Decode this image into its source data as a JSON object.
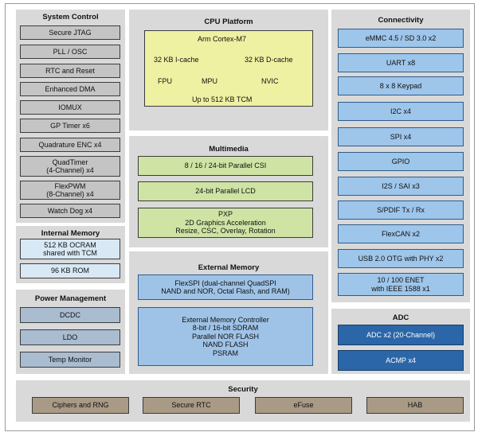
{
  "system_control": {
    "title": "System Control",
    "items": [
      "Secure JTAG",
      "PLL / OSC",
      "RTC and Reset",
      "Enhanced DMA",
      "IOMUX",
      "GP Timer x6",
      "Quadrature ENC x4",
      "QuadTimer\n(4-Channel) x4",
      "FlexPWM\n(8-Channel) x4",
      "Watch Dog x4"
    ]
  },
  "internal_memory": {
    "title": "Internal Memory",
    "items": [
      "512 KB OCRAM\nshared with TCM",
      "96 KB ROM"
    ]
  },
  "power_management": {
    "title": "Power Management",
    "items": [
      "DCDC",
      "LDO",
      "Temp Monitor"
    ]
  },
  "cpu_platform": {
    "title": "CPU Platform",
    "core": "Arm Cortex-M7",
    "icache": "32 KB I-cache",
    "dcache": "32 KB D-cache",
    "fpu": "FPU",
    "mpu": "MPU",
    "nvic": "NVIC",
    "tcm": "Up to 512 KB TCM"
  },
  "multimedia": {
    "title": "Multimedia",
    "items": [
      "8 / 16 / 24-bit Parallel CSI",
      "24-bit Parallel LCD",
      "PXP\n2D Graphics Acceleration\nResize, CSC, Overlay, Rotation"
    ]
  },
  "external_memory": {
    "title": "External Memory",
    "items": [
      "FlexSPI (dual-channel QuadSPI\nNAND and NOR, Octal Flash, and RAM)",
      "External Memory Controller\n8-bit / 16-bit SDRAM\nParallel NOR FLASH\nNAND FLASH\nPSRAM"
    ]
  },
  "connectivity": {
    "title": "Connectivity",
    "items": [
      "eMMC 4.5 / SD 3.0 x2",
      "UART x8",
      "8 x 8 Keypad",
      "I2C x4",
      "SPI x4",
      "GPIO",
      "I2S / SAI x3",
      "S/PDIF Tx / Rx",
      "FlexCAN x2",
      "USB 2.0 OTG with PHY x2",
      "10 / 100 ENET\nwith IEEE 1588 x1"
    ]
  },
  "adc": {
    "title": "ADC",
    "items": [
      "ADC x2 (20-Channel)",
      "ACMP x4"
    ]
  },
  "security": {
    "title": "Security",
    "items": [
      "Ciphers and RNG",
      "Secure RTC",
      "eFuse",
      "HAB"
    ]
  }
}
